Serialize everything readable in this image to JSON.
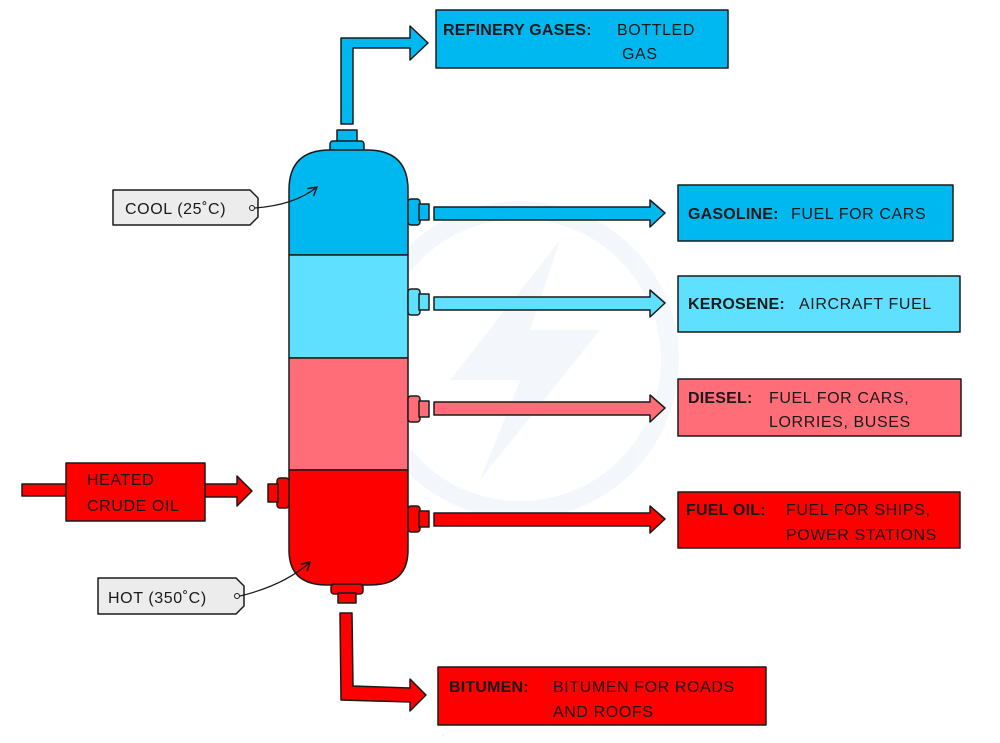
{
  "colors": {
    "cool_blue": "#00b8f0",
    "light_blue": "#5fe0fe",
    "pink": "#ff6e78",
    "red": "#fe0000",
    "tag_grey": "#ececec"
  },
  "tags": {
    "cool": "COOL (25˚C)",
    "hot": "HOT (350˚C)"
  },
  "input": {
    "line1": "HEATED",
    "line2": "CRUDE OIL"
  },
  "fractions": {
    "refinery_gases": {
      "label": "REFINERY GASES:",
      "desc1": "BOTTLED",
      "desc2": "GAS"
    },
    "gasoline": {
      "label": "GASOLINE:",
      "desc1": "FUEL FOR CARS"
    },
    "kerosene": {
      "label": "KEROSENE:",
      "desc1": "AIRCRAFT FUEL"
    },
    "diesel": {
      "label": "DIESEL:",
      "desc1": "FUEL FOR CARS,",
      "desc2": "LORRIES, BUSES"
    },
    "fuel_oil": {
      "label": "FUEL OIL:",
      "desc1": "FUEL FOR SHIPS,",
      "desc2": "POWER STATIONS"
    },
    "bitumen": {
      "label": "BITUMEN:",
      "desc1": "BITUMEN FOR ROADS",
      "desc2": "AND ROOFS"
    }
  }
}
